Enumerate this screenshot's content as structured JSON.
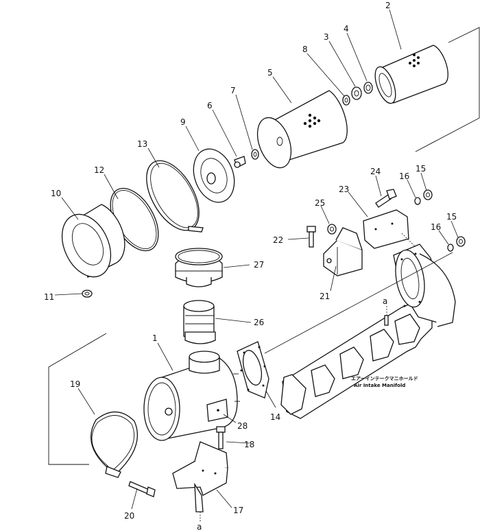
{
  "callouts": {
    "c1": "1",
    "c2": "2",
    "c3": "3",
    "c4": "4",
    "c5": "5",
    "c6": "6",
    "c7": "7",
    "c8": "8",
    "c9": "9",
    "c10": "10",
    "c11": "11",
    "c12": "12",
    "c13": "13",
    "c14": "14",
    "c15a": "15",
    "c15b": "15",
    "c16a": "16",
    "c16b": "16",
    "c17": "17",
    "c18": "18",
    "c19": "19",
    "c20": "20",
    "c21": "21",
    "c22": "22",
    "c23": "23",
    "c24": "24",
    "c25": "25",
    "c26": "26",
    "c27": "27",
    "c28": "28"
  },
  "markers": {
    "a_top": "a",
    "a_bottom": "a"
  },
  "manifold_label": {
    "japanese": "エアーインテークマニホールド",
    "english": "Air Intake Manifold"
  }
}
